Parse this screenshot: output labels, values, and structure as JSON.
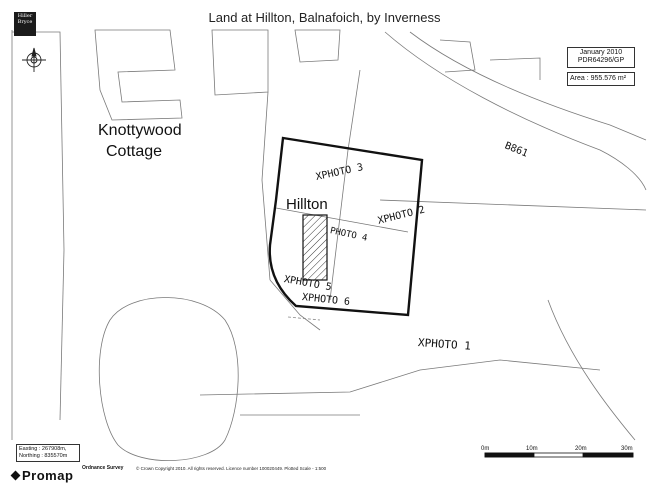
{
  "title": "Land at Hillton, Balnafoich, by Inverness",
  "logo": {
    "line1": "Hiller",
    "line2": "Bryce"
  },
  "info_box": {
    "date": "January 2010",
    "ref": "PDR64296/GP",
    "area": "Area : 955.576 m²"
  },
  "labels": {
    "cottage_line1": "Knottywood",
    "cottage_line2": "Cottage",
    "hillton": "Hillton",
    "road": "B861"
  },
  "photo_marks": [
    {
      "id": "photo3",
      "text": "XPHOTO 3"
    },
    {
      "id": "photo2",
      "text": "XPHOTO 2"
    },
    {
      "id": "photo4",
      "text": "PHOTO 4"
    },
    {
      "id": "photo5",
      "text": "XPHOTO 5"
    },
    {
      "id": "photo6",
      "text": "XPHOTO 6"
    },
    {
      "id": "photo1",
      "text": "XPHOTO 1"
    }
  ],
  "coords": {
    "easting": "Easting : 267908m,",
    "northing": "Northing : 835570m"
  },
  "scale": {
    "labels": [
      "0m",
      "10m",
      "20m",
      "30m"
    ]
  },
  "footer": {
    "os": "Ordnance Survey",
    "copyright": "© Crown Copyright 2010. All rights reserved. Licence number 100020449. Plotted Scale - 1:500",
    "brand": "Promap"
  }
}
